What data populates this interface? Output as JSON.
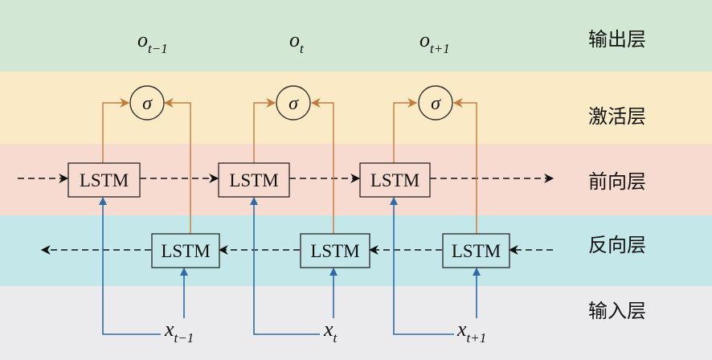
{
  "colors": {
    "output_band": "#d3e8d4",
    "activation_band": "#faeac6",
    "forward_band": "#f8dbd0",
    "backward_band": "#c4e7ea",
    "input_band": "#ebebee",
    "blue_arrow": "#2f6aa5",
    "orange_arrow": "#c47a3c",
    "dashed_line": "#111111"
  },
  "layers": {
    "output": "输出层",
    "activation": "激活层",
    "forward": "前向层",
    "backward": "反向层",
    "input": "输入层"
  },
  "cells": [
    {
      "output": {
        "base": "o",
        "sub": "t−1"
      },
      "input": {
        "base": "x",
        "sub": "t−1"
      },
      "activation": "σ",
      "forward_lstm": "LSTM",
      "backward_lstm": "LSTM"
    },
    {
      "output": {
        "base": "o",
        "sub": "t"
      },
      "input": {
        "base": "x",
        "sub": "t"
      },
      "activation": "σ",
      "forward_lstm": "LSTM",
      "backward_lstm": "LSTM"
    },
    {
      "output": {
        "base": "o",
        "sub": "t+1"
      },
      "input": {
        "base": "x",
        "sub": "t+1"
      },
      "activation": "σ",
      "forward_lstm": "LSTM",
      "backward_lstm": "LSTM"
    }
  ]
}
